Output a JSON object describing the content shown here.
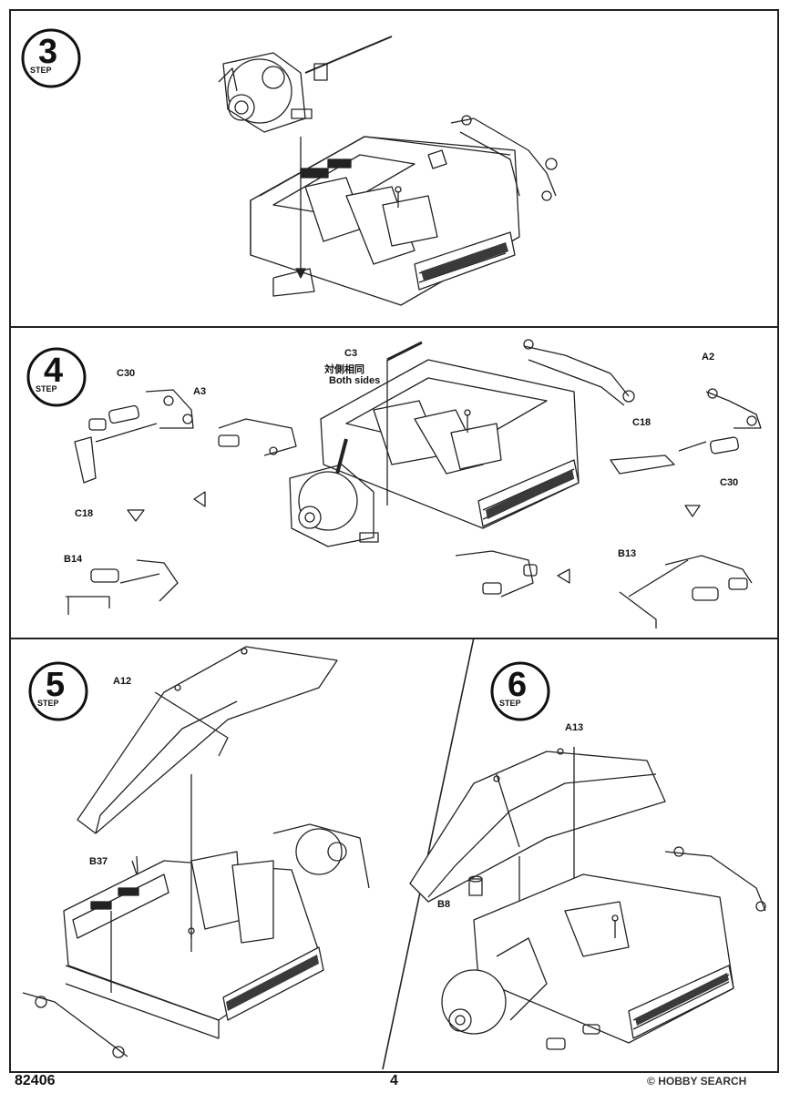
{
  "document": {
    "code": "82406",
    "page_number": "4"
  },
  "watermark": {
    "text": "HOBBY SEARCH",
    "icon": "copyright-icon"
  },
  "step3": {
    "number": "3",
    "word": "STEP"
  },
  "step4": {
    "number": "4",
    "word": "STEP",
    "labels": {
      "c3": "C3",
      "cn": "対側相同",
      "en": "Both sides",
      "c30_left": "C30",
      "a3": "A3",
      "c18_left": "C18",
      "b14": "B14",
      "a2": "A2",
      "c18_right": "C18",
      "c30_right": "C30",
      "b13": "B13"
    }
  },
  "step5": {
    "number": "5",
    "word": "STEP",
    "labels": {
      "a12": "A12",
      "b37": "B37"
    }
  },
  "step6": {
    "number": "6",
    "word": "STEP",
    "labels": {
      "a13": "A13",
      "b8": "B8"
    }
  }
}
